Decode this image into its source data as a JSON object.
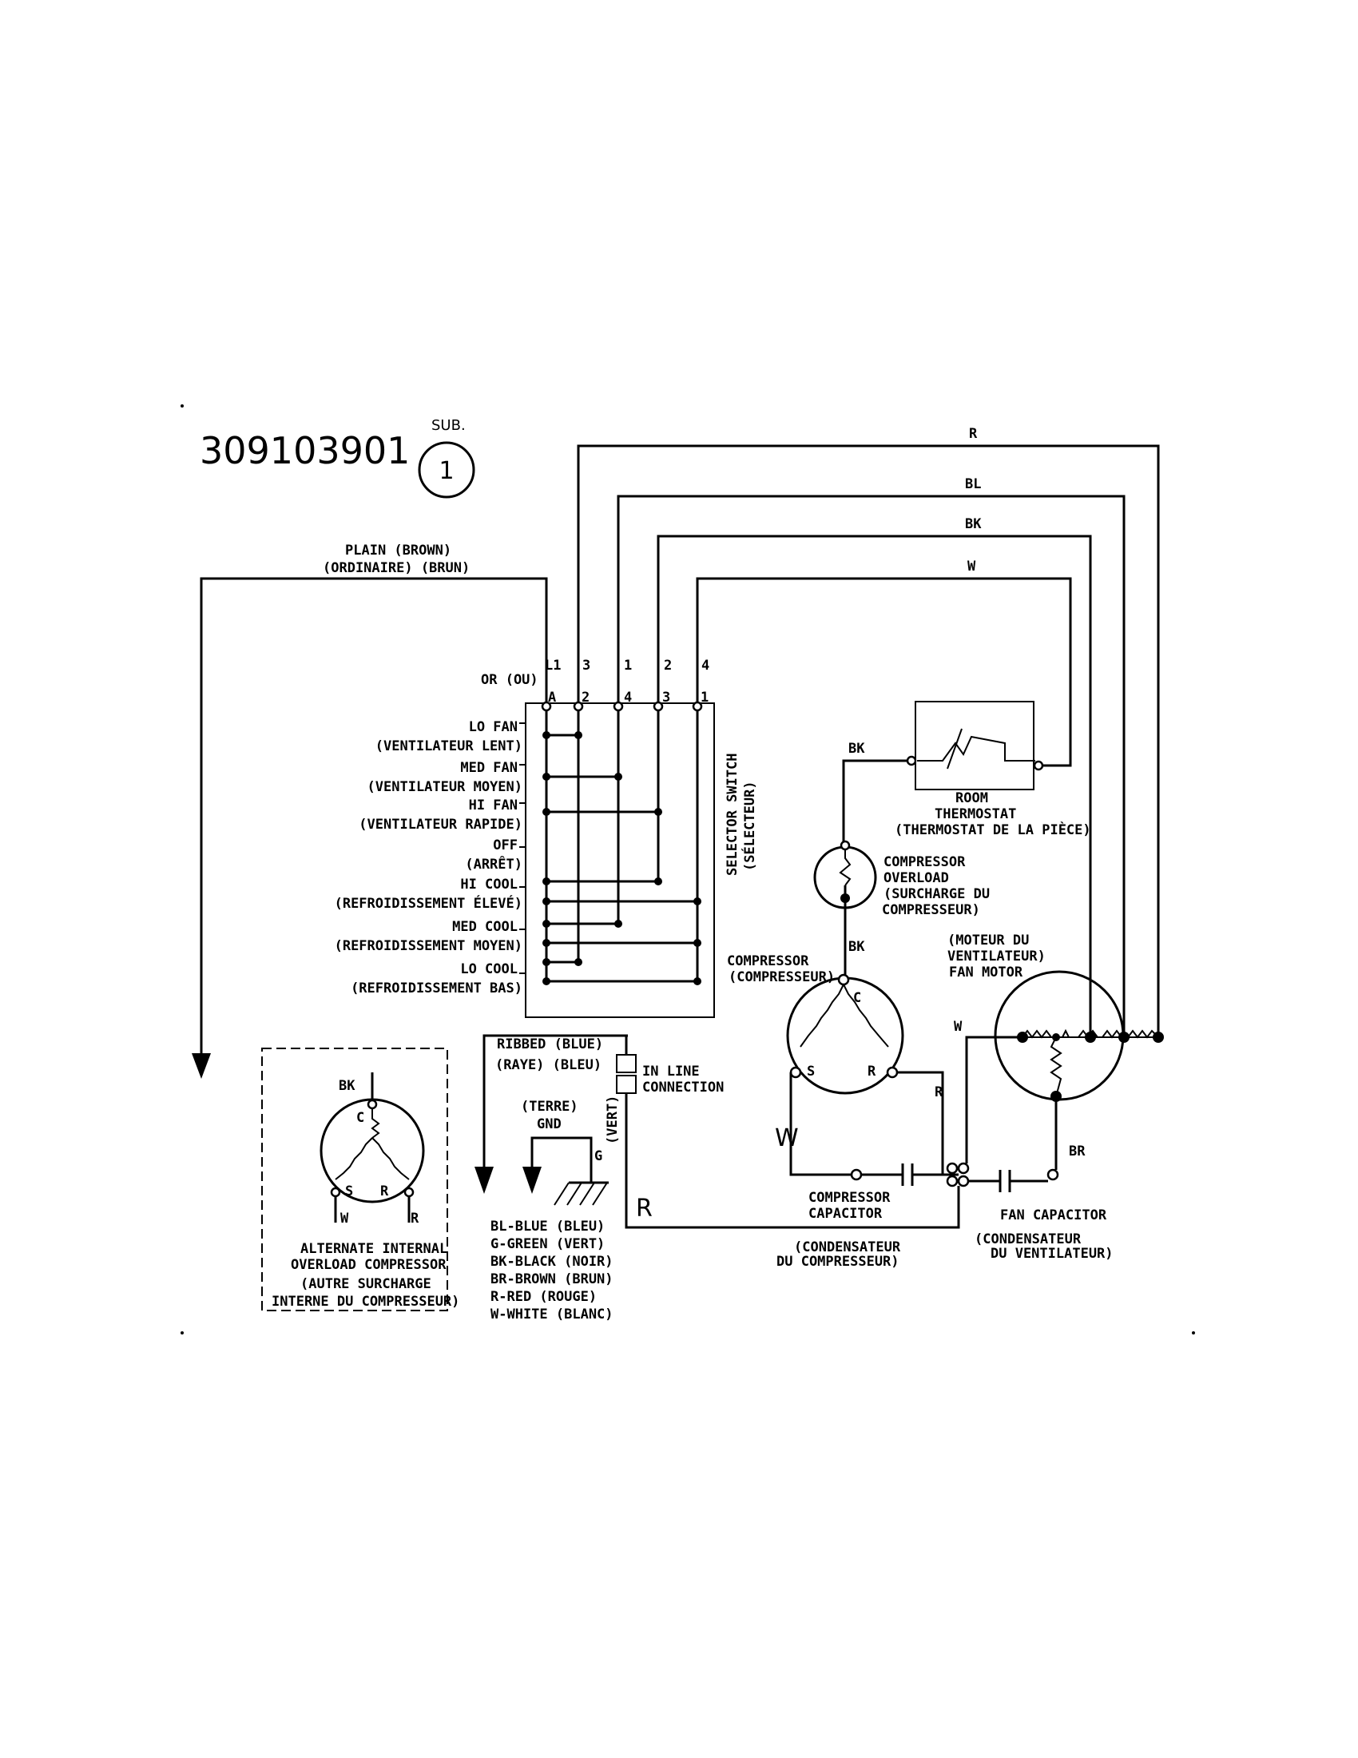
{
  "header": {
    "part_number": "309103901",
    "sub_label": "SUB.",
    "sub_number": "1"
  },
  "wires": {
    "r": "R",
    "bl": "BL",
    "bk": "BK",
    "w": "W",
    "plain_1": "PLAIN   (BROWN)",
    "plain_2": "(ORDINAIRE)    (BRUN)"
  },
  "switch": {
    "label_1": "SELECTOR SWITCH",
    "label_2": "(SÉLECTEUR)",
    "or_label": "OR (OU)",
    "top_terminals": [
      "L1",
      "3",
      "1",
      "2",
      "4"
    ],
    "bottom_terminals": [
      "A",
      "2",
      "4",
      "3",
      "1"
    ],
    "positions": [
      {
        "en": "LO FAN",
        "fr": "(VENTILATEUR LENT)"
      },
      {
        "en": "MED FAN",
        "fr": "(VENTILATEUR MOYEN)"
      },
      {
        "en": "HI FAN",
        "fr": "(VENTILATEUR RAPIDE)"
      },
      {
        "en": "OFF",
        "fr": "(ARRÊT)"
      },
      {
        "en": "HI COOL",
        "fr": "(REFROIDISSEMENT ÉLEVÉ)"
      },
      {
        "en": "MED COOL",
        "fr": "(REFROIDISSEMENT MOYEN)"
      },
      {
        "en": "LO COOL",
        "fr": "(REFROIDISSEMENT BAS)"
      }
    ]
  },
  "thermostat": {
    "wire": "BK",
    "label_1": "ROOM",
    "label_2": "THERMOSTAT",
    "label_3": "(THERMOSTAT DE LA PIÈCE)"
  },
  "overload": {
    "label_1": "COMPRESSOR",
    "label_2": "OVERLOAD",
    "label_3": "(SURCHARGE DU",
    "label_4": "COMPRESSEUR)",
    "wire": "BK"
  },
  "compressor": {
    "label_1": "COMPRESSOR",
    "label_2": "(COMPRESSEUR)",
    "c": "C",
    "s": "S",
    "r": "R",
    "r_wire": "R",
    "w_wire": "W"
  },
  "fan_motor": {
    "label_1": "(MOTEUR DU",
    "label_2": "VENTILATEUR)",
    "label_3": "FAN MOTOR",
    "w_wire": "W",
    "br_wire": "BR"
  },
  "capacitors": {
    "comp_1": "COMPRESSOR",
    "comp_2": "CAPACITOR",
    "comp_fr_1": "(CONDENSATEUR",
    "comp_fr_2": "DU COMPRESSEUR)",
    "fan_1": "FAN CAPACITOR",
    "fan_fr_1": "(CONDENSATEUR",
    "fan_fr_2": "DU VENTILATEUR)"
  },
  "cord": {
    "ribbed_1": "RIBBED  (BLUE)",
    "ribbed_2": "(RAYE)  (BLEU)",
    "inline_1": "IN LINE",
    "inline_2": "CONNECTION",
    "terre": "(TERRE)",
    "gnd": "GND",
    "g": "G",
    "vert": "(VERT)",
    "r_big": "R"
  },
  "alternate": {
    "bk": "BK",
    "c": "C",
    "s": "S",
    "r": "R",
    "w": "W",
    "r2": "R",
    "label_1": "ALTERNATE INTERNAL",
    "label_2": "OVERLOAD COMPRESSOR",
    "label_3": "(AUTRE SURCHARGE",
    "label_4": "INTERNE DU COMPRESSEUR)"
  },
  "legend": [
    "BL-BLUE (BLEU)",
    "G-GREEN (VERT)",
    "BK-BLACK (NOIR)",
    "BR-BROWN (BRUN)",
    "R-RED (ROUGE)",
    "W-WHITE (BLANC)"
  ]
}
